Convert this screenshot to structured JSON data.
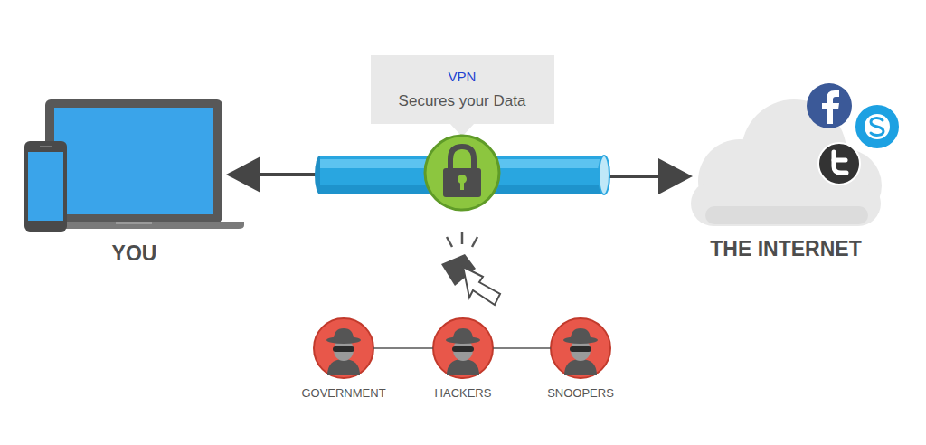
{
  "diagram": {
    "nodes": [
      {
        "text": [
          "VPN",
          "Secures your Data"
        ]
      },
      {
        "text": [
          "YOU"
        ]
      },
      {
        "text": [
          "THE INTERNET"
        ]
      },
      {
        "text": [
          "GOVERNMENT"
        ]
      },
      {
        "text": [
          "HACKERS"
        ]
      },
      {
        "text": [
          "SNOOPERS"
        ]
      }
    ],
    "edges": [
      {
        "from": 3,
        "to": 4,
        "arrow": "none"
      },
      {
        "from": 4,
        "to": 5,
        "arrow": "none"
      }
    ]
  }
}
